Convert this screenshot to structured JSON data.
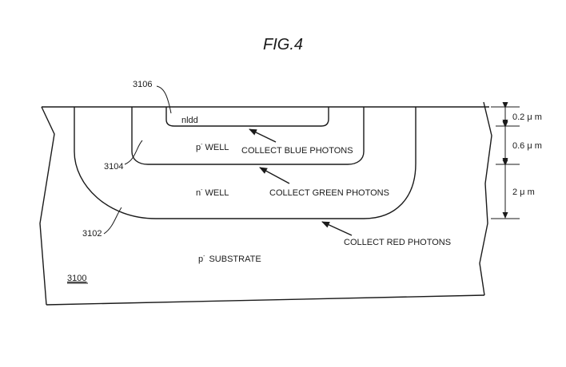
{
  "figure": {
    "title": "FIG.4",
    "refs": {
      "substrate_ref": "3100",
      "nwell_ref": "3102",
      "pwell_ref": "3104",
      "nldd_ref": "3106"
    },
    "regions": {
      "nldd": "nldd",
      "pwell_base": "p",
      "pwell_sup": "-",
      "pwell_word": "WELL",
      "nwell_base": "n",
      "nwell_sup": "-",
      "nwell_word": "WELL",
      "substrate_base": "p",
      "substrate_sup": "-",
      "substrate_word": "SUBSTRATE"
    },
    "annotations": {
      "blue": "COLLECT BLUE PHOTONS",
      "green": "COLLECT GREEN PHOTONS",
      "red": "COLLECT RED PHOTONS"
    },
    "dimensions": {
      "d1": "0.2 μ m",
      "d2": "0.6 μ m",
      "d3": "2 μ m"
    }
  }
}
